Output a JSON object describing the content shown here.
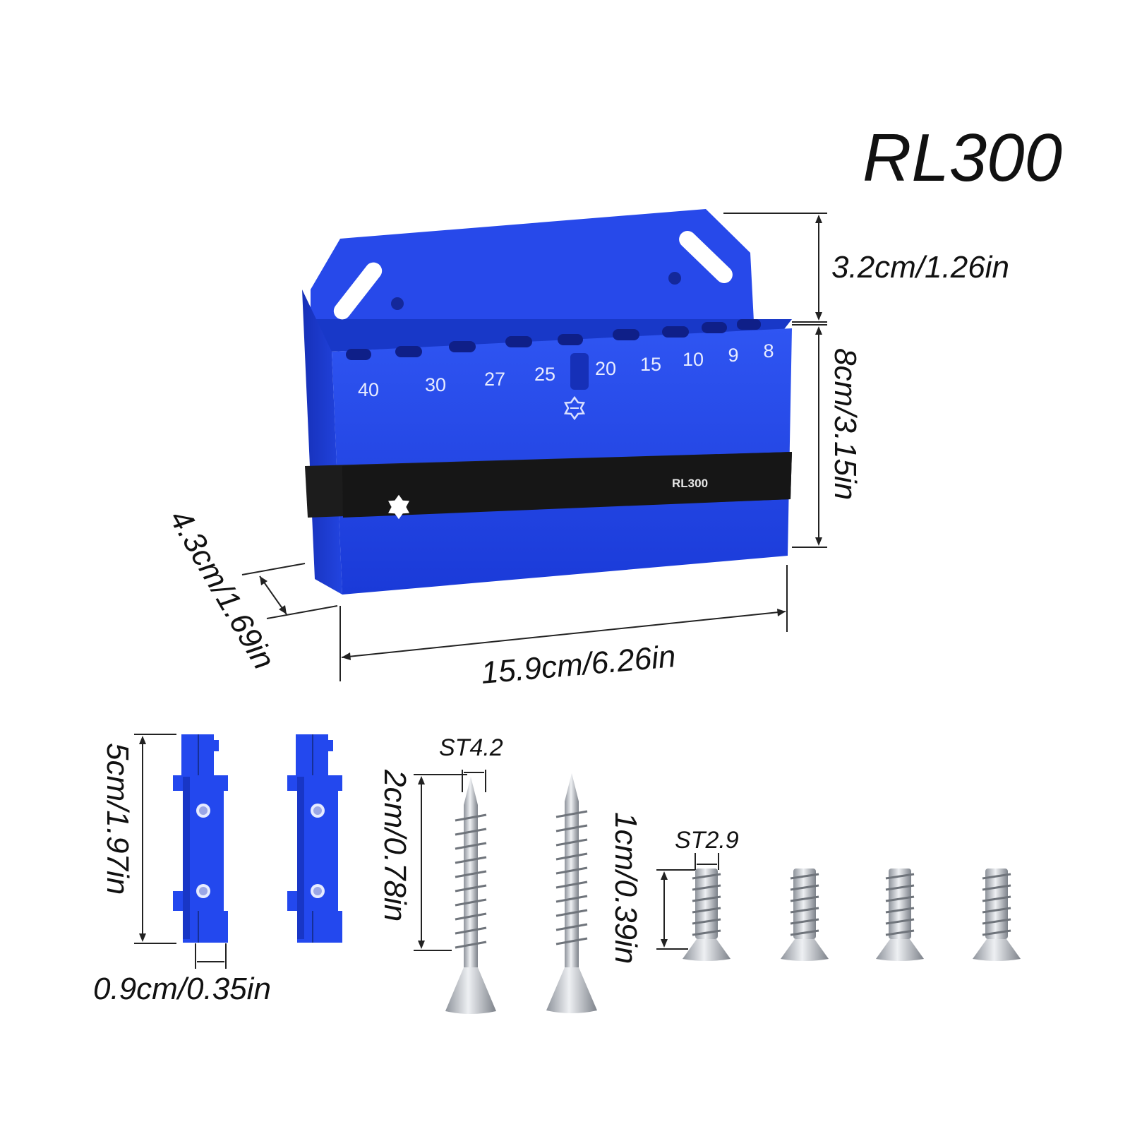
{
  "model_title": "RL300",
  "holder": {
    "slot_numbers": [
      "40",
      "30",
      "27",
      "25",
      "20",
      "15",
      "10",
      "9",
      "8"
    ],
    "band_label": "RL300",
    "body_color": "#1f44e6",
    "band_color": "#1c1c1c",
    "icons": [
      "torx-outline-icon",
      "torx-solid-icon",
      "mounting-slot-left",
      "mounting-slot-right"
    ]
  },
  "dimensions": {
    "top_height": "3.2cm/1.26in",
    "body_height": "8cm/3.15in",
    "depth": "4.3cm/1.69in",
    "width": "15.9cm/6.26in",
    "bracket_height": "5cm/1.97in",
    "bracket_width": "0.9cm/0.35in",
    "long_screw_length": "2cm/0.78in",
    "short_screw_length": "1cm/0.39in"
  },
  "screw_specs": {
    "long": "ST4.2",
    "short": "ST2.9"
  },
  "accessories": {
    "brackets": 2,
    "long_screws": 2,
    "short_screws": 4,
    "screw_color": "#c9ccd2"
  }
}
